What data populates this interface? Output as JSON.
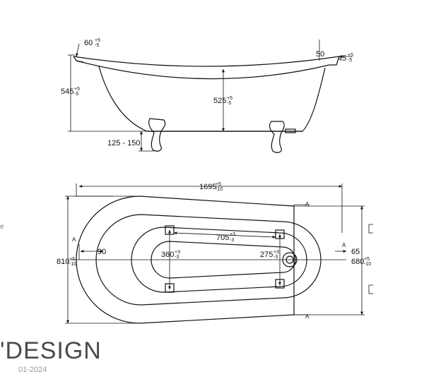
{
  "side_view": {
    "rim_edge": "60",
    "rim_edge_tol": [
      "+5",
      "-5"
    ],
    "total_height": "545",
    "total_height_tol": [
      "+5",
      "-5"
    ],
    "inner_depth": "525",
    "inner_depth_tol": [
      "+5",
      "-5"
    ],
    "rim_thickness": "50",
    "rim_angle": "45",
    "rim_angle_tol": [
      "+5",
      "-5"
    ],
    "feet_height": "125 - 150"
  },
  "top_view": {
    "length": "1695",
    "length_tol": [
      "+5",
      "-10"
    ],
    "width": "810",
    "width_tol": [
      "+5",
      "-10"
    ],
    "head_width": "680",
    "head_width_tol": [
      "+5",
      "-10"
    ],
    "foot_offset": "90",
    "feet_spacing": "705",
    "feet_spacing_tol": [
      "+3",
      "-3"
    ],
    "foot_width_left": "360",
    "foot_width_left_tol": [
      "+3",
      "-3"
    ],
    "foot_width_right": "275",
    "foot_width_right_tol": [
      "+3",
      "-3"
    ],
    "right_offset": "65",
    "section_label": "A"
  },
  "footer": {
    "brand": "'DESIGN",
    "date": "01-2024",
    "edge_letter": "e"
  }
}
